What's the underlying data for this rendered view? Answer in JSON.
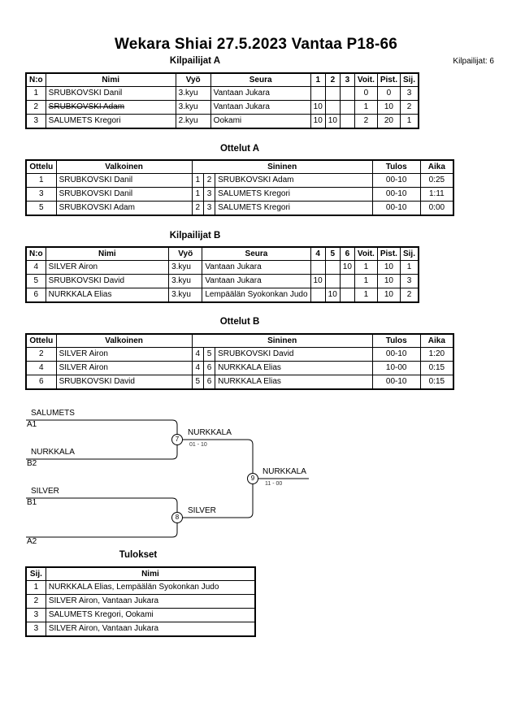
{
  "title": "Wekara Shiai  27.5.2023  Vantaa   P18-66",
  "kilpailijat_count": "Kilpailijat: 6",
  "pool_a": {
    "heading": "Kilpailijat A",
    "headers": [
      "N:o",
      "Nimi",
      "Vyö",
      "Seura",
      "1",
      "2",
      "3",
      "Voit.",
      "Pist.",
      "Sij."
    ],
    "rows": [
      {
        "no": "1",
        "name": "SRUBKOVSKI Danil",
        "belt": "3.kyu",
        "club": "Vantaan Jukara",
        "s1": "",
        "s2": "",
        "s3": "",
        "wins": "0",
        "points": "0",
        "place": "3"
      },
      {
        "no": "2",
        "name": "SRUBKOVSKI Adam",
        "belt": "3.kyu",
        "club": "Vantaan Jukara",
        "s1": "10",
        "s2": "",
        "s3": "",
        "wins": "1",
        "points": "10",
        "place": "2"
      },
      {
        "no": "3",
        "name": "SALUMETS Kregori",
        "belt": "2.kyu",
        "club": "Ookami",
        "s1": "10",
        "s2": "10",
        "s3": "",
        "wins": "2",
        "points": "20",
        "place": "1"
      }
    ]
  },
  "matches_a": {
    "heading": "Ottelut A",
    "headers": [
      "Ottelu",
      "Valkoinen",
      "Sininen",
      "Tulos",
      "Aika"
    ],
    "rows": [
      {
        "match": "1",
        "white": "SRUBKOVSKI Danil",
        "wn": "1",
        "bn": "2",
        "blue": "SRUBKOVSKI Adam",
        "result": "00-10",
        "time": "0:25"
      },
      {
        "match": "3",
        "white": "SRUBKOVSKI Danil",
        "wn": "1",
        "bn": "3",
        "blue": "SALUMETS Kregori",
        "result": "00-10",
        "time": "1:11"
      },
      {
        "match": "5",
        "white": "SRUBKOVSKI Adam",
        "wn": "2",
        "bn": "3",
        "blue": "SALUMETS Kregori",
        "result": "00-10",
        "time": "0:00"
      }
    ]
  },
  "pool_b": {
    "heading": "Kilpailijat B",
    "headers": [
      "N:o",
      "Nimi",
      "Vyö",
      "Seura",
      "4",
      "5",
      "6",
      "Voit.",
      "Pist.",
      "Sij."
    ],
    "rows": [
      {
        "no": "4",
        "name": "SILVER Airon",
        "belt": "3.kyu",
        "club": "Vantaan Jukara",
        "s1": "",
        "s2": "",
        "s3": "10",
        "wins": "1",
        "points": "10",
        "place": "1"
      },
      {
        "no": "5",
        "name": "SRUBKOVSKI David",
        "belt": "3.kyu",
        "club": "Vantaan Jukara",
        "s1": "10",
        "s2": "",
        "s3": "",
        "wins": "1",
        "points": "10",
        "place": "3"
      },
      {
        "no": "6",
        "name": "NURKKALA Elias",
        "belt": "3.kyu",
        "club": "Lempäälän Syokonkan Judo",
        "s1": "",
        "s2": "10",
        "s3": "",
        "wins": "1",
        "points": "10",
        "place": "2"
      }
    ]
  },
  "matches_b": {
    "heading": "Ottelut B",
    "headers": [
      "Ottelu",
      "Valkoinen",
      "Sininen",
      "Tulos",
      "Aika"
    ],
    "rows": [
      {
        "match": "2",
        "white": "SILVER Airon",
        "wn": "4",
        "bn": "5",
        "blue": "SRUBKOVSKI David",
        "result": "00-10",
        "time": "1:20"
      },
      {
        "match": "4",
        "white": "SILVER Airon",
        "wn": "4",
        "bn": "6",
        "blue": "NURKKALA Elias",
        "result": "10-00",
        "time": "0:15"
      },
      {
        "match": "6",
        "white": "SRUBKOVSKI David",
        "wn": "5",
        "bn": "6",
        "blue": "NURKKALA Elias",
        "result": "00-10",
        "time": "0:15"
      }
    ]
  },
  "bracket": {
    "a1_name": "SALUMETS",
    "a1_seed": "A1",
    "b2_name": "NURKKALA",
    "b2_seed": "B2",
    "b1_name": "SILVER",
    "b1_seed": "B1",
    "a2_seed": "A2",
    "m7_no": "7",
    "m7_winner": "NURKKALA",
    "m7_score": "01 - 10",
    "m8_no": "8",
    "m8_winner": "SILVER",
    "m9_no": "9",
    "m9_winner": "NURKKALA",
    "m9_score": "11 - 00"
  },
  "results": {
    "heading": "Tulokset",
    "headers": [
      "Sij.",
      "Nimi"
    ],
    "rows": [
      {
        "place": "1",
        "name": "NURKKALA Elias, Lempäälän Syokonkan Judo"
      },
      {
        "place": "2",
        "name": "SILVER Airon, Vantaan Jukara"
      },
      {
        "place": "3",
        "name": "SALUMETS Kregori, Ookami"
      },
      {
        "place": "3",
        "name": "SILVER Airon, Vantaan Jukara"
      }
    ]
  }
}
